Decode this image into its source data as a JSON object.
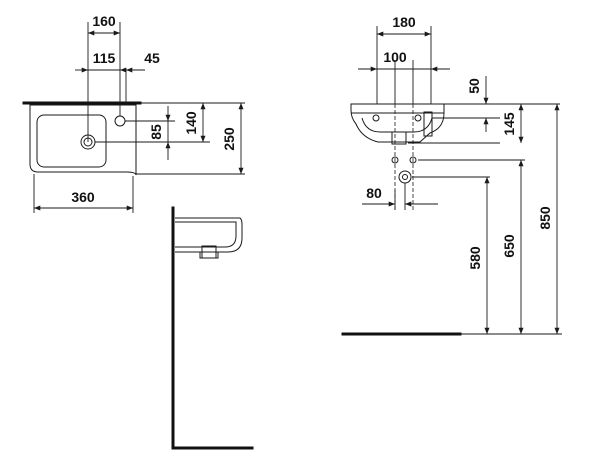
{
  "top_view": {
    "width_total": "160",
    "width_left": "115",
    "width_right": "45",
    "height_tap_offset": "85",
    "height_inner": "140",
    "height_total": "250",
    "length_total": "360"
  },
  "front_view": {
    "width_total": "180",
    "width_center": "100",
    "height_top_offset": "50",
    "height_basin": "145",
    "waste_offset": "80",
    "height_waste": "580",
    "height_supply": "650",
    "height_rim": "850"
  }
}
